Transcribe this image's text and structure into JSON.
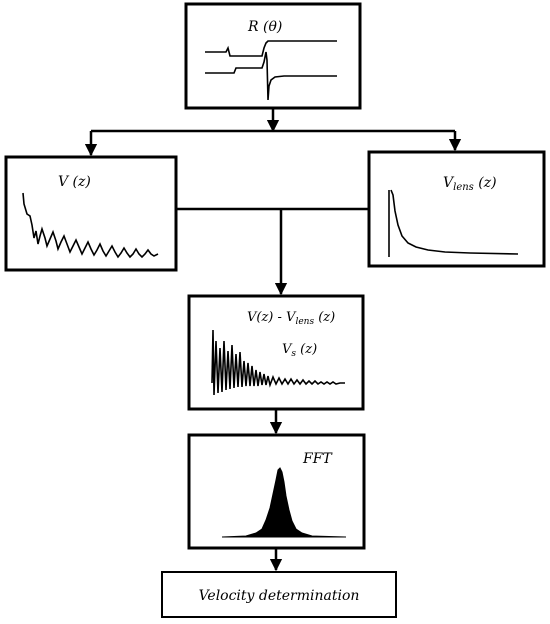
{
  "boxes": {
    "reflectance": {
      "title": "R (θ)"
    },
    "v_z": {
      "title": "V (z)"
    },
    "v_lens": {
      "title_main": "V",
      "title_sub": "lens",
      "title_tail": " (z)"
    },
    "difference": {
      "title_a": "V(z) - V",
      "title_a_sub": "lens",
      "title_a_tail": " (z)",
      "title_b_main": "V",
      "title_b_sub": "s",
      "title_b_tail": " (z)"
    },
    "fft": {
      "title": "FFT"
    },
    "velocity": {
      "title": "Velocity determination"
    }
  },
  "colors": {
    "line": "#000000",
    "background": "#ffffff"
  }
}
